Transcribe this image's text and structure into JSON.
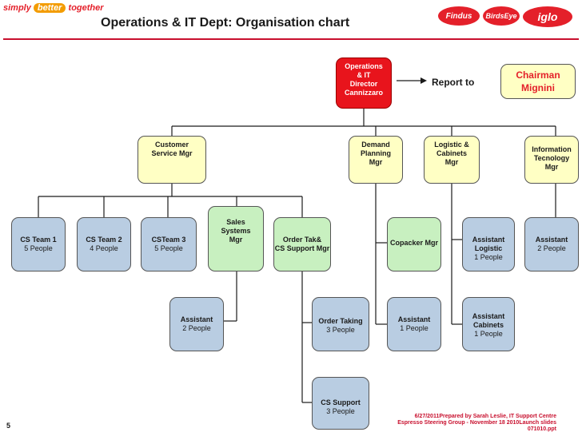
{
  "header": {
    "title": "Operations & IT Dept: Organisation chart",
    "left_logo": {
      "pre": "simply ",
      "mid": "better",
      "post": " together"
    },
    "brand_logos": [
      "Findus",
      "BirdsEye",
      "iglo"
    ]
  },
  "report_label": "Report to",
  "chairman": "Chairman\nMignini",
  "director": "Operations\n& IT\nDirector\nCannizzaro",
  "managers": {
    "customer_service": "Customer\nService Mgr",
    "demand_planning": "Demand\nPlanning\nMgr",
    "logistic": "Logistic &\nCabinets\nMgr",
    "information": "Information\nTecnology\nMgr"
  },
  "teams": {
    "cs_team_1": {
      "name": "CS Team 1",
      "people": "5 People"
    },
    "cs_team_2": {
      "name": "CS Team 2",
      "people": "4 People"
    },
    "cs_team_3": {
      "name": "CSTeam 3",
      "people": "5 People"
    },
    "sales_systems": "Sales\nSystems\nMgr",
    "order_taking_mgr": "Order Tak&\nCS Support Mgr",
    "copacker": "Copacker Mgr",
    "assistant_logistic": {
      "name": "Assistant\nLogistic",
      "people": "1 People"
    },
    "assistant_it": {
      "name": "Assistant",
      "people": "2 People"
    }
  },
  "lower": {
    "assistant_sales": {
      "name": "Assistant",
      "people": "2 People"
    },
    "order_taking": {
      "name": "Order Taking",
      "people": "3 People"
    },
    "assistant_demand": {
      "name": "Assistant",
      "people": "1 People"
    },
    "assistant_cabinets": {
      "name": "Assistant\nCabinets",
      "people": "1 People"
    },
    "cs_support": {
      "name": "CS Support",
      "people": "3 People"
    }
  },
  "footer": {
    "page_number": "5",
    "note": "6/27/2011Prepared by Sarah Leslie, IT Support Centre\nEspresso Steering Group - November 18 2010Launch slides\n071010.ppt"
  },
  "colors": {
    "accent_red": "#e4202a",
    "manager_fill": "#ffffc4",
    "team_fill": "#b9cde2",
    "green_fill": "#c8f0c0",
    "director_fill": "#e8141c"
  }
}
